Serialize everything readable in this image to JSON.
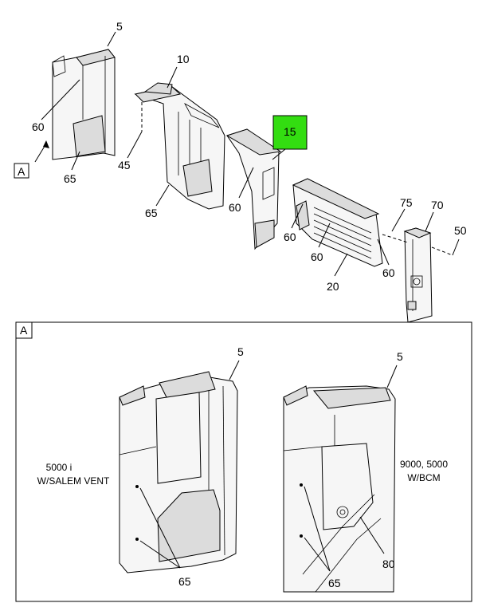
{
  "callouts": {
    "c5_top": "5",
    "c10": "10",
    "c15": "15",
    "c60_left": "60",
    "c45": "45",
    "c65_left": "65",
    "c65_mid": "65",
    "c60_mid": "60",
    "c60_vent1": "60",
    "c60_vent2": "60",
    "c60_vent3": "60",
    "c75": "75",
    "c70": "70",
    "c50": "50",
    "c20": "20"
  },
  "view_label": "A",
  "detail": {
    "box_label": "A",
    "left_note_line1": "5000 i",
    "left_note_line2": "W/SALEM VENT",
    "right_note_line1": "9000, 5000",
    "right_note_line2": "W/BCM",
    "c5_left": "5",
    "c5_right": "5",
    "c65_left": "65",
    "c65_right": "65",
    "c80": "80"
  },
  "highlight_color": "#33dd11"
}
